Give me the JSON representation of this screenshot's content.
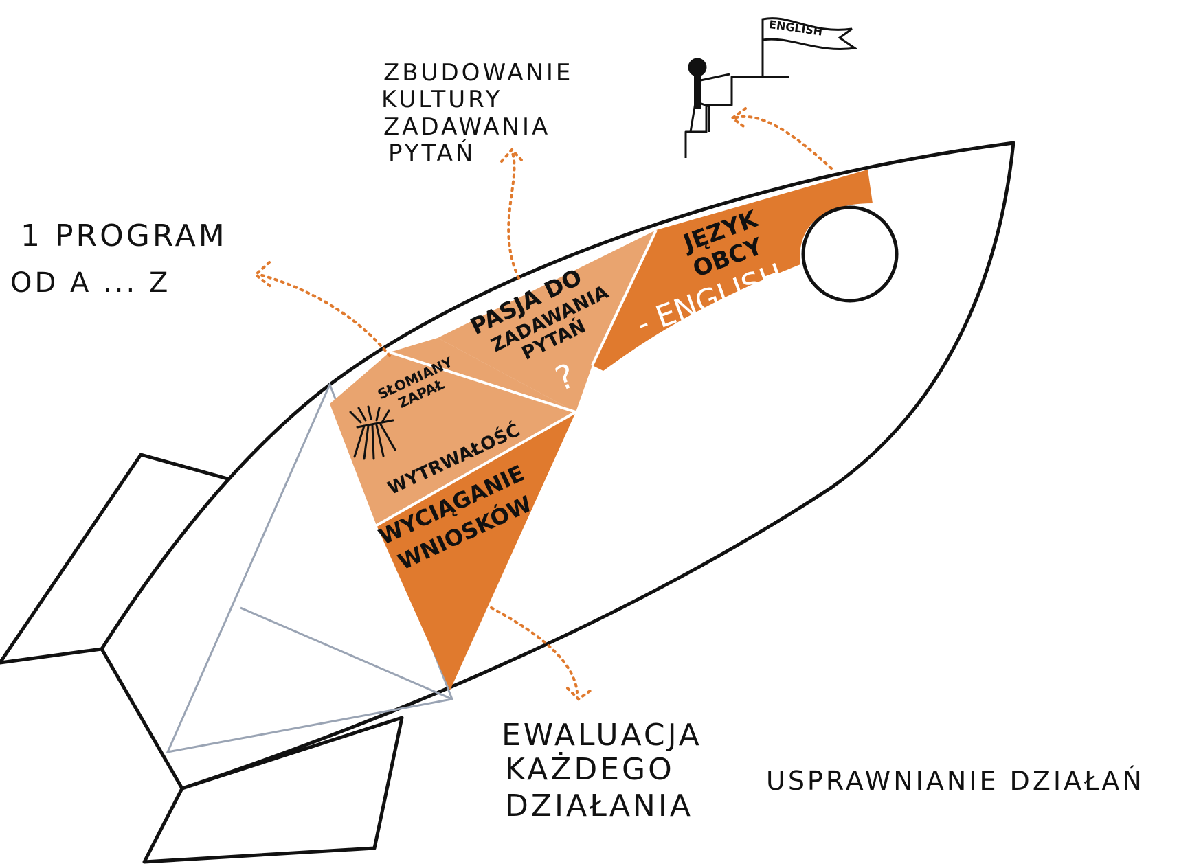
{
  "colors": {
    "orange": "#e07a2e",
    "light_orange": "#e9a46f",
    "ink": "#111111",
    "arrow": "#e07a2e"
  },
  "icons": {
    "flag": "flag-icon",
    "person_climbing": "person-climbing-stairs-icon",
    "straw_bundle": "straw-bundle-icon",
    "porthole": "rocket-window-icon"
  },
  "labels": {
    "flag": "ENGLISH",
    "kultura": [
      "ZBUDOWANIE",
      "KULTURY",
      "ZADAWANIA",
      "PYTAŃ"
    ],
    "program": [
      "1 PROGRAM",
      "OD A ... Z"
    ],
    "ewaluacja": [
      "EWALUACJA",
      "KAŻDEGO",
      "DZIAŁANIA"
    ],
    "usprawnianie": "USPRAWNIANIE DZIAŁAŃ"
  },
  "segments": {
    "jezyk": [
      "JĘZYK",
      "OBCY"
    ],
    "english": "- ENGLISH",
    "pasja": [
      "PASJA DO",
      "ZADAWANIA",
      "PYTAŃ"
    ],
    "question_mark": "?",
    "slomiany": [
      "SŁOMIANY",
      "ZAPAŁ"
    ],
    "wytrwalosc": "WYTRWAŁOŚĆ",
    "wyciaganie": [
      "WYCIĄGANIE",
      "WNIOSKÓW"
    ]
  }
}
